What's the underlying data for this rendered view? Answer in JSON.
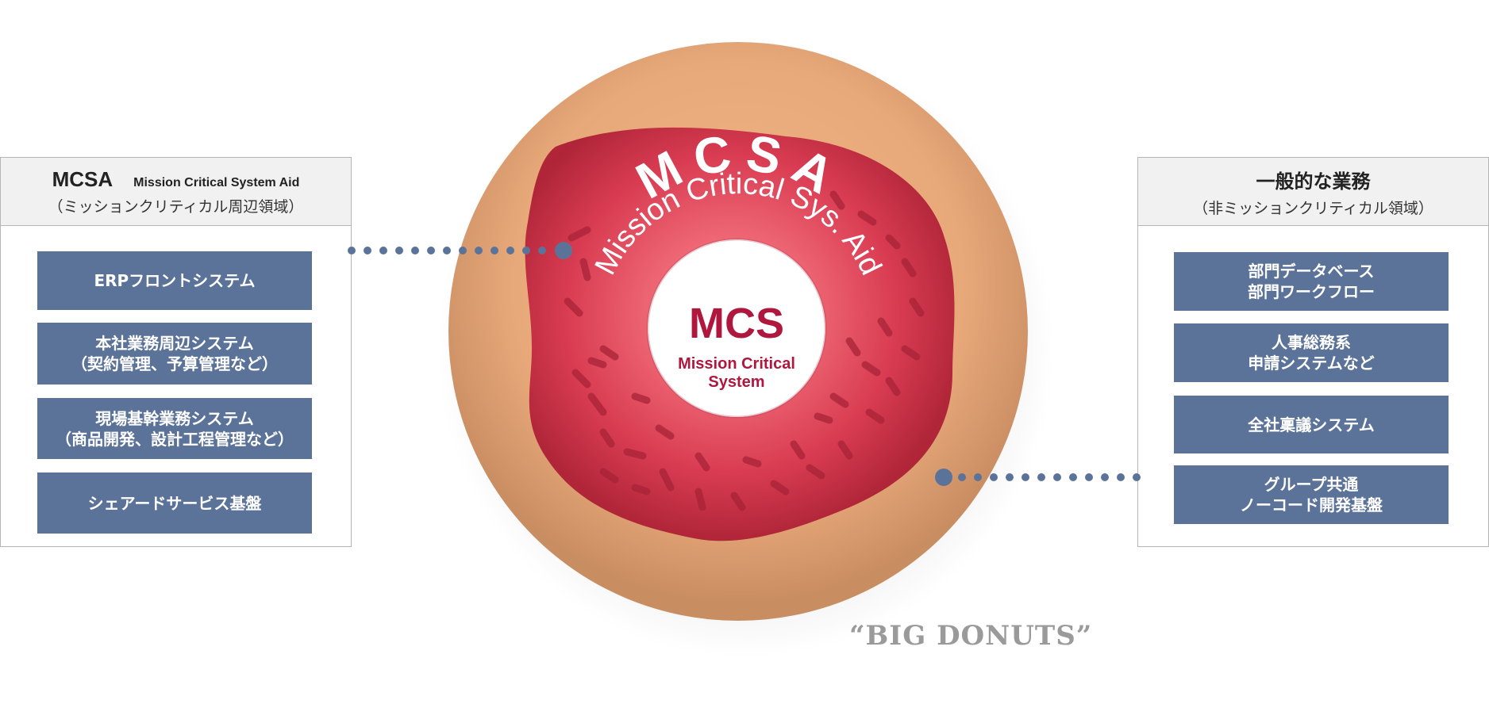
{
  "left_panel": {
    "title": "MCSA",
    "title_sub": "Mission Critical System Aid",
    "subtitle": "（ミッションクリティカル周辺領域）",
    "items": [
      "ERPフロントシステム",
      "本社業務周辺システム\n（契約管理、予算管理など）",
      "現場基幹業務システム\n（商品開発、設計工程管理など）",
      "シェアードサービス基盤"
    ]
  },
  "right_panel": {
    "title": "一般的な業務",
    "subtitle": "（非ミッションクリティカル領域）",
    "items": [
      "部門データベース\n部門ワークフロー",
      "人事総務系\n申請システムなど",
      "全社稟議システム",
      "グループ共通\nノーコード開発基盤"
    ]
  },
  "donut": {
    "ring_title": "MCSA",
    "ring_subtitle": "Mission Critical Sys. Aid",
    "center_title": "MCS",
    "center_line1": "Mission Critical",
    "center_line2": "System"
  },
  "caption": "“BIG DONUTS”",
  "colors": {
    "box": "#5c7399",
    "connector": "#5c7399",
    "icing": "#c8344a",
    "dough": "#e8ab7c",
    "center_text": "#b0173e"
  }
}
